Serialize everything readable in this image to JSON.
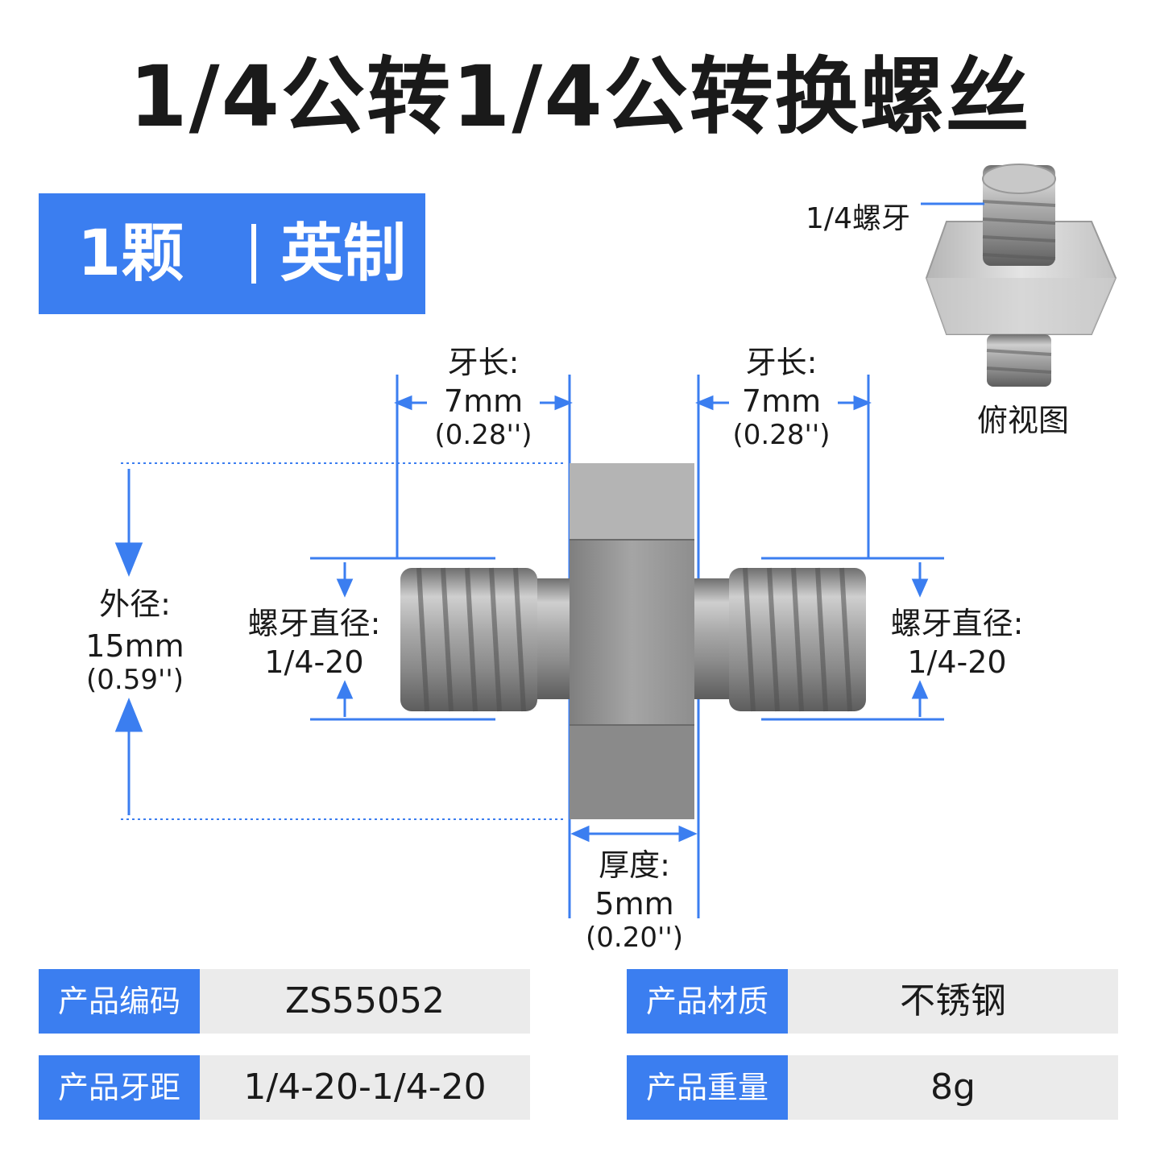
{
  "title": "1/4公转1/4公转换螺丝",
  "badge": {
    "count": "1颗",
    "separator": "|",
    "standard": "英制"
  },
  "top_view": {
    "thread_label": "1/4螺牙",
    "caption": "俯视图"
  },
  "dimensions": {
    "thread_length_left": {
      "label": "牙长:",
      "metric": "7mm",
      "imperial": "(0.28'')"
    },
    "thread_length_right": {
      "label": "牙长:",
      "metric": "7mm",
      "imperial": "(0.28'')"
    },
    "outer_diameter": {
      "label": "外径:",
      "metric": "15mm",
      "imperial": "(0.59'')"
    },
    "thread_diameter_left": {
      "label": "螺牙直径:",
      "value": "1/4-20"
    },
    "thread_diameter_right": {
      "label": "螺牙直径:",
      "value": "1/4-20"
    },
    "thickness": {
      "label": "厚度:",
      "metric": "5mm",
      "imperial": "(0.20'')"
    }
  },
  "specs": [
    {
      "key": "产品编码",
      "value": "ZS55052"
    },
    {
      "key": "产品材质",
      "value": "不锈钢"
    },
    {
      "key": "产品牙距",
      "value": "1/4-20-1/4-20"
    },
    {
      "key": "产品重量",
      "value": "8g"
    }
  ],
  "colors": {
    "accent": "#3b7ef0",
    "spec_bg": "#ebebeb",
    "metal": "#9a9a9a"
  }
}
